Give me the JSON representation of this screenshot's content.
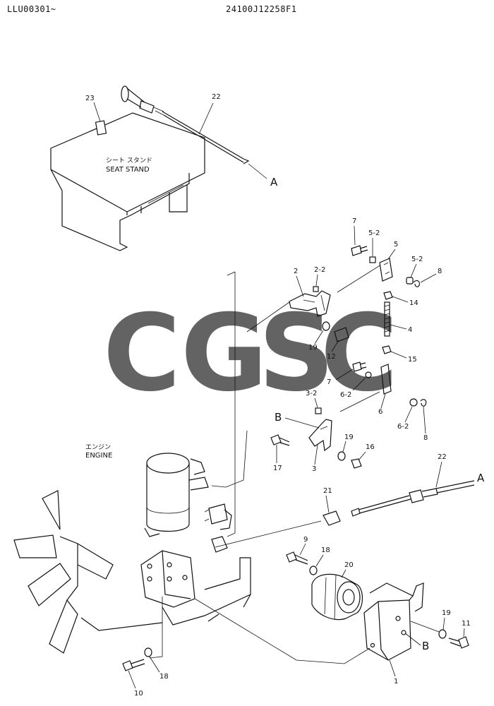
{
  "header": {
    "left_code": "LLU00301~",
    "right_code": "24100J12258F1"
  },
  "labels": {
    "seat_stand_jp": "シート スタンド",
    "seat_stand_en": "SEAT STAND",
    "engine_jp": "エンジン",
    "engine_en": "ENGINE"
  },
  "callouts": {
    "p23": "23",
    "p22_top": "22",
    "pA_top": "A",
    "p7_top": "7",
    "p5_2_top": "5-2",
    "p5": "5",
    "p5_2_right": "5-2",
    "p8_top": "8",
    "p2": "2",
    "p2_2": "2-2",
    "p14": "14",
    "p4": "4",
    "p19_mid": "19",
    "p12": "12",
    "p15": "15",
    "p7_mid": "7",
    "p6_2_mid": "6-2",
    "p6": "6",
    "p6_2_low": "6-2",
    "p8_low": "8",
    "p3_2": "3-2",
    "pB_left": "B",
    "p19_low": "19",
    "p16": "16",
    "p17": "17",
    "p3": "3",
    "p22_low": "22",
    "pA_low": "A",
    "p21": "21",
    "p9": "9",
    "p18_mid": "18",
    "p20": "20",
    "p19_right": "19",
    "p11": "11",
    "pB_right": "B",
    "p1": "1",
    "p10": "10",
    "p18_low": "18"
  },
  "watermark": {
    "letters": [
      "C",
      "G",
      "S",
      "C"
    ],
    "colors": [
      "#4a8ef0",
      "#ef5a50",
      "#f8cf45",
      "#34a868"
    ]
  }
}
